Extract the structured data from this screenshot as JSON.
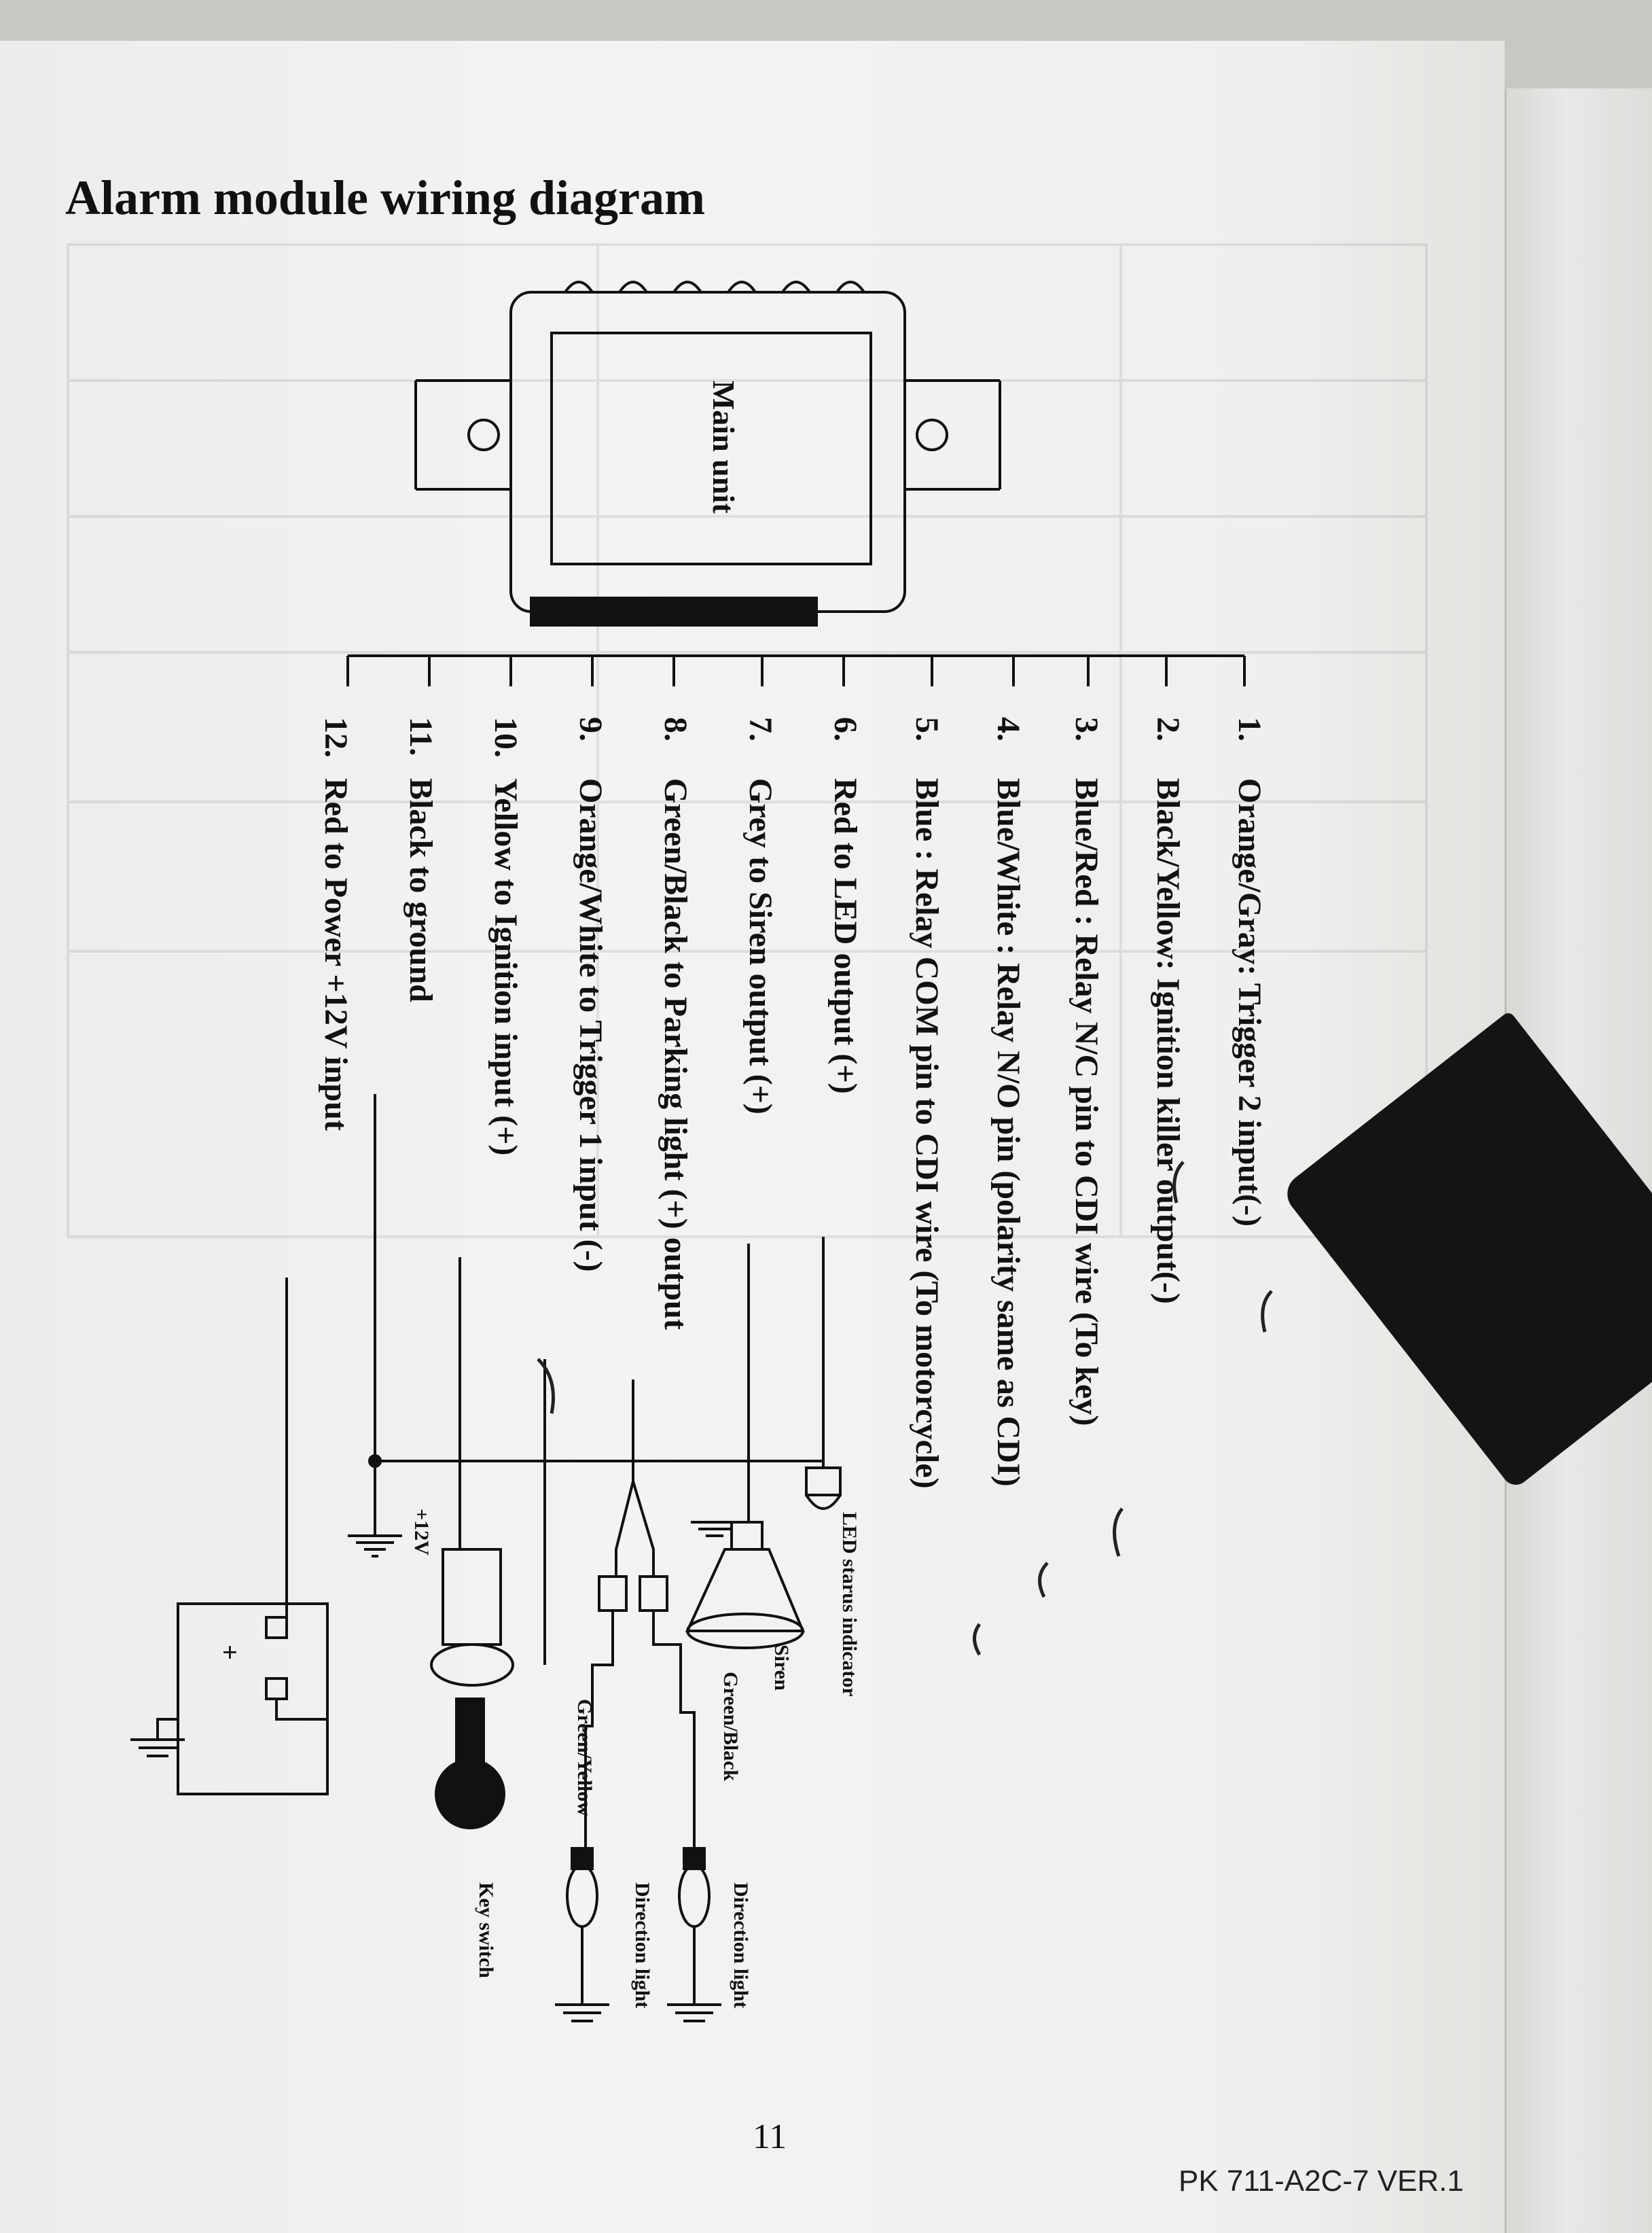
{
  "title": "Alarm module wiring diagram",
  "main_unit_label": "Main unit",
  "wires": [
    {
      "num": "1.",
      "text": "Orange/Gray: Trigger 2 input(-)"
    },
    {
      "num": "2.",
      "text": "Black/Yellow: Ignition killer output(-)"
    },
    {
      "num": "3.",
      "text": "Blue/Red : Relay N/C pin to CDI wire (To key)"
    },
    {
      "num": "4.",
      "text": "Blue/White : Relay N/O pin (polarity same as CDI)"
    },
    {
      "num": "5.",
      "text": "Blue : Relay COM pin to CDI wire (To motorcycle)"
    },
    {
      "num": "6.",
      "text": "Red to LED output (+)"
    },
    {
      "num": "7.",
      "text": "Grey to Siren output (+)"
    },
    {
      "num": "8.",
      "text": "Green/Black to Parking light (+) output"
    },
    {
      "num": "9.",
      "text": "Orange/White to Trigger 1 input (-)"
    },
    {
      "num": "10.",
      "text": "Yellow to Ignition input (+)"
    },
    {
      "num": "11.",
      "text": "Black to ground"
    },
    {
      "num": "12.",
      "text": "Red to Power +12V input"
    }
  ],
  "components": {
    "led": "LED starus indicator",
    "siren": "Siren",
    "direction_light_1": "Direction light",
    "direction_light_2": "Direction light",
    "green_black": "Green/Black",
    "green_yellow": "Green/Yellow",
    "key_switch": "Key switch",
    "plus12v": "+12V",
    "battery_plus": "+"
  },
  "page_number": "11",
  "page_code": "PK 711-A2C-7 VER.1"
}
